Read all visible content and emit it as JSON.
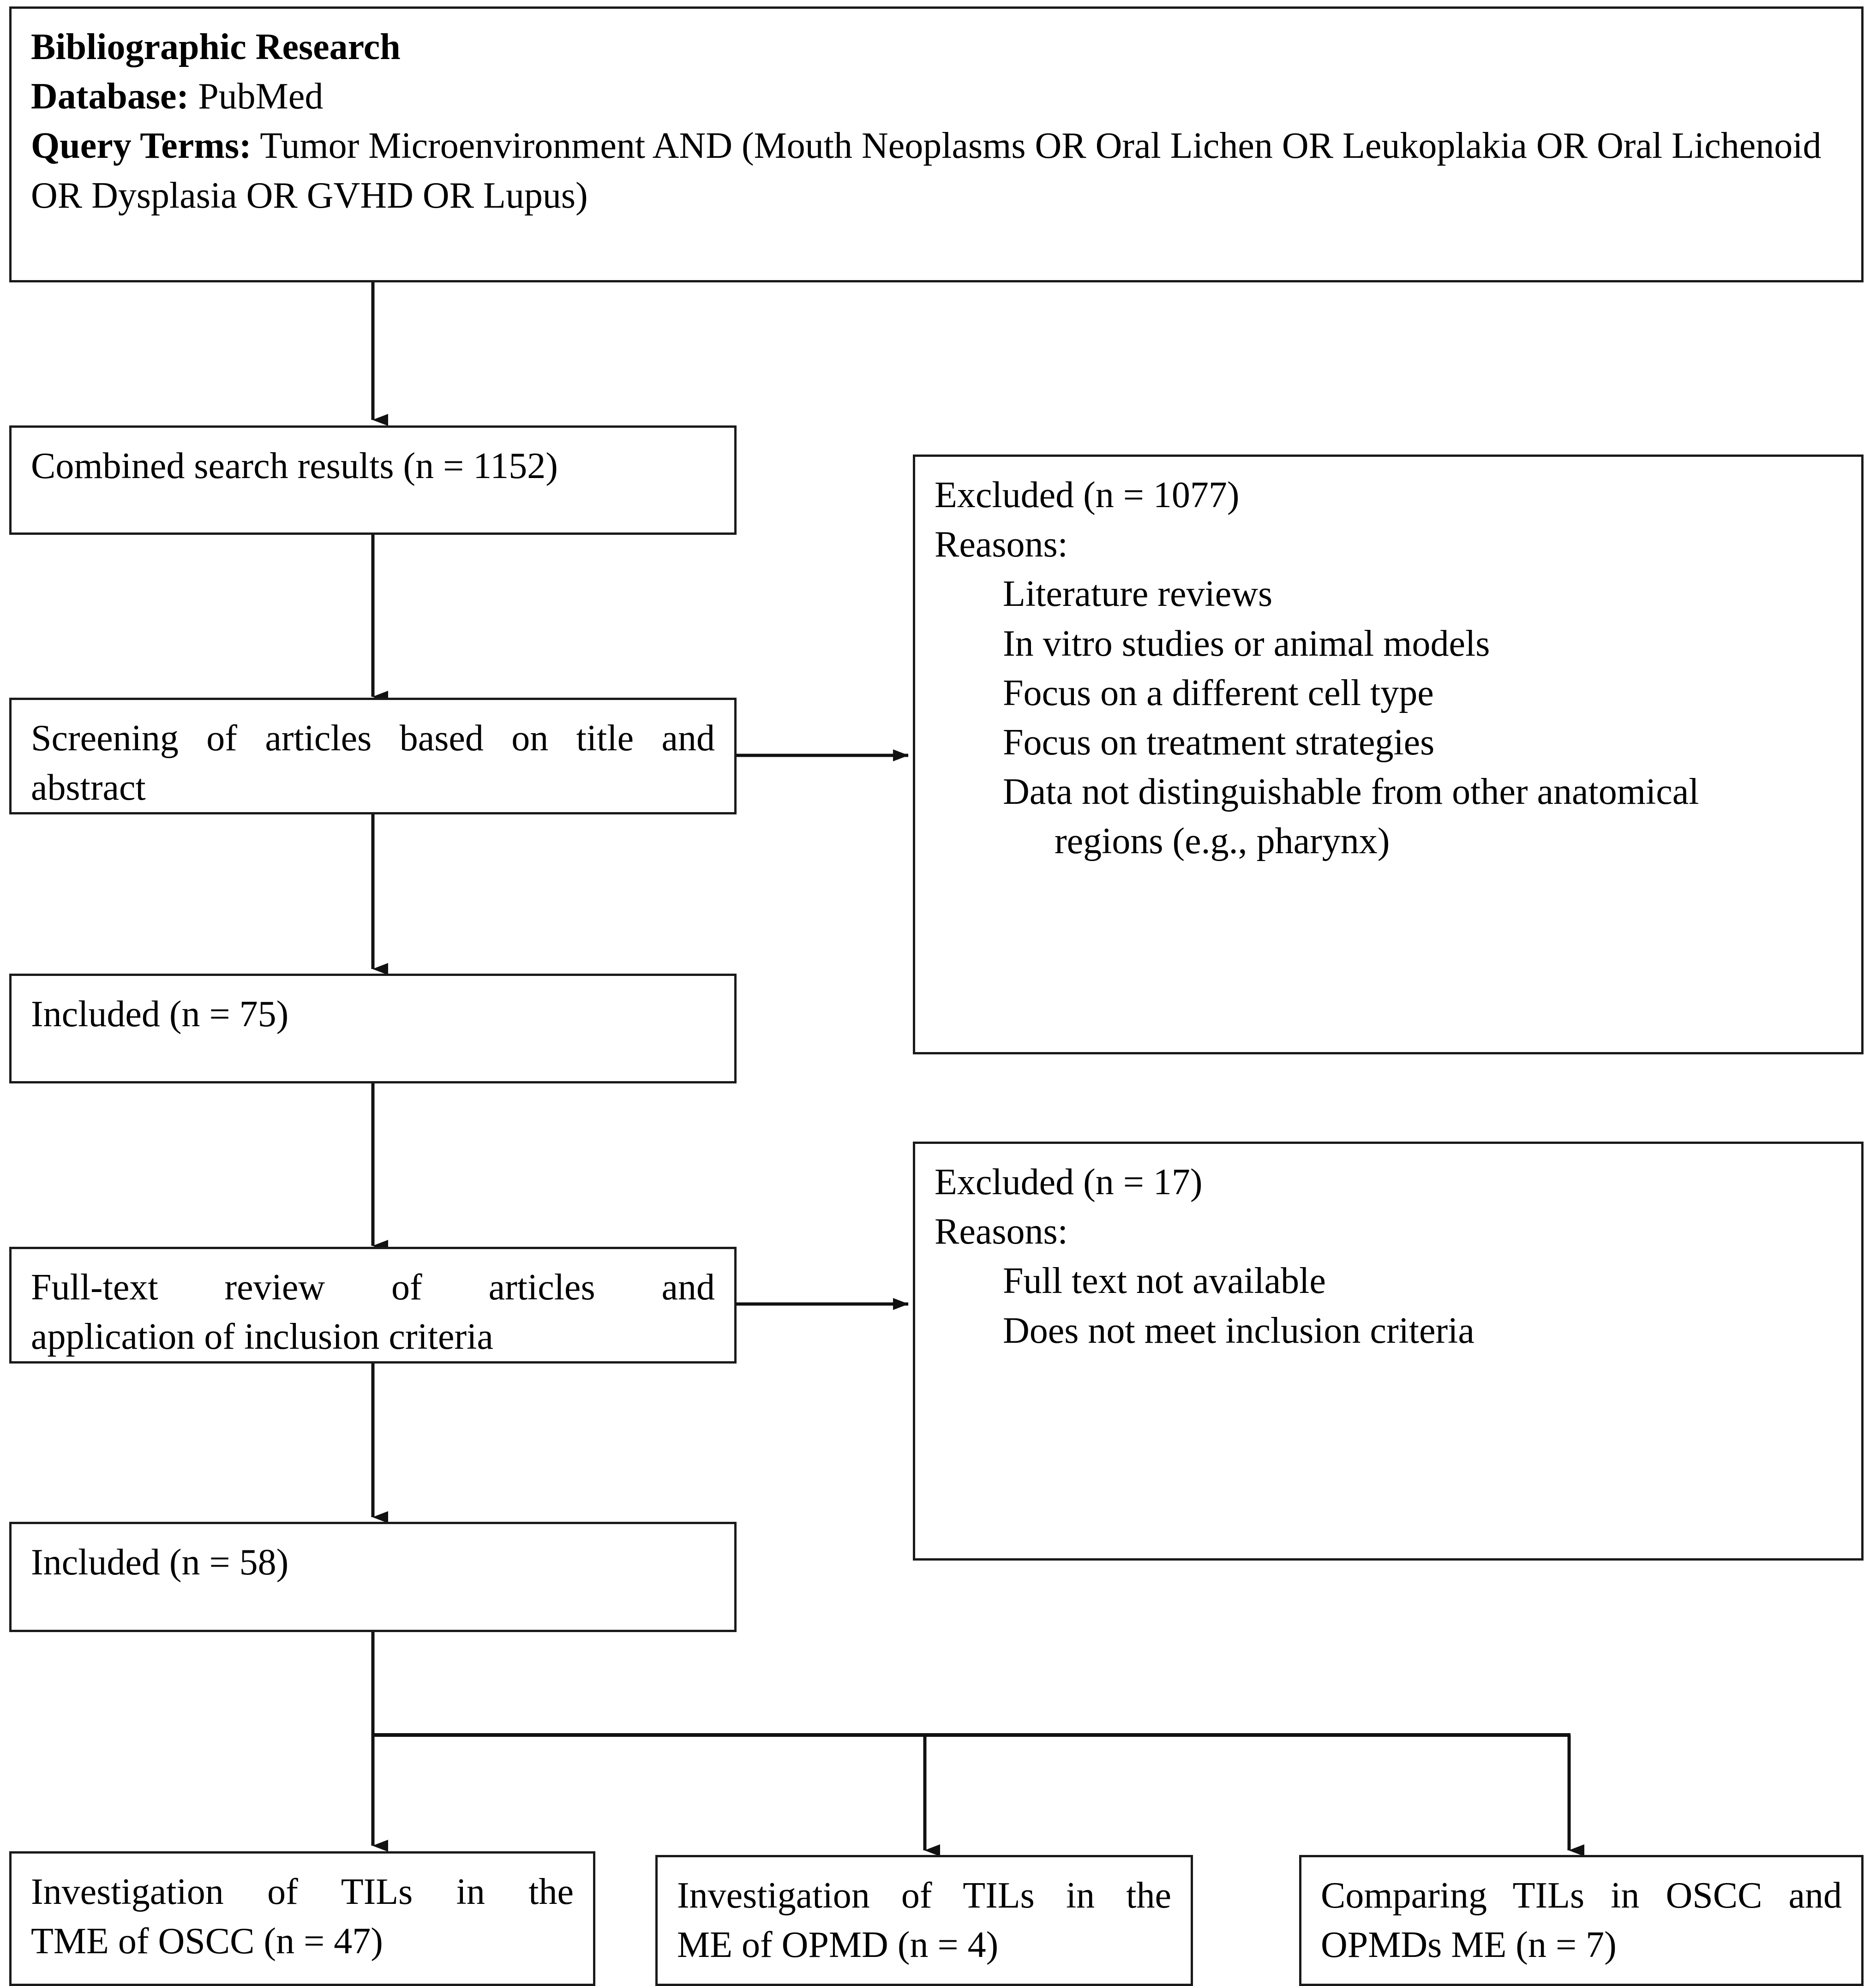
{
  "flowchart": {
    "type": "prisma-flow-diagram",
    "line_color": "#1a1a1a",
    "background": "#ffffff",
    "text_color": "#000000",
    "search_box": {
      "heading": "Bibliographic Research",
      "database_label": "Database:",
      "database_value": "PubMed",
      "query_label": "Query Terms:",
      "query_value": "Tumor Microenvironment AND (Mouth Neoplasms OR Oral Lichen OR Leukoplakia OR Oral Lichenoid OR Dysplasia OR GVHD OR Lupus)"
    },
    "combined": {
      "label": "Combined search results (n = 1152)",
      "n": 1152
    },
    "screening": {
      "line1": "Screening of articles based on title and",
      "line2": "abstract"
    },
    "excluded_1": {
      "title": "Excluded (n = 1077)",
      "n": 1077,
      "reasons_label": "Reasons:",
      "reasons": [
        "Literature reviews",
        "In vitro studies or animal models",
        "Focus on a different cell type",
        "Focus on treatment strategies"
      ],
      "reason_last_line1": "Data not distinguishable from other anatomical",
      "reason_last_line2": "regions (e.g., pharynx)"
    },
    "included_1": {
      "label": "Included (n = 75)",
      "n": 75
    },
    "fulltext": {
      "line1": "Full-text review of articles and",
      "line2": "application of inclusion criteria"
    },
    "excluded_2": {
      "title": "Excluded (n = 17)",
      "n": 17,
      "reasons_label": "Reasons:",
      "reasons": [
        "Full text not available",
        "Does not meet inclusion criteria"
      ]
    },
    "included_2": {
      "label": "Included (n = 58)",
      "n": 58
    },
    "outcomes": [
      {
        "line1": "Investigation of TILs in the",
        "line2": "TME of OSCC (n = 47)",
        "n": 47
      },
      {
        "line1": "Investigation of TILs in the",
        "line2": "ME of OPMD (n = 4)",
        "n": 4
      },
      {
        "line1": "Comparing TILs in OSCC and",
        "line2": "OPMDs ME (n = 7)",
        "n": 7
      }
    ]
  }
}
